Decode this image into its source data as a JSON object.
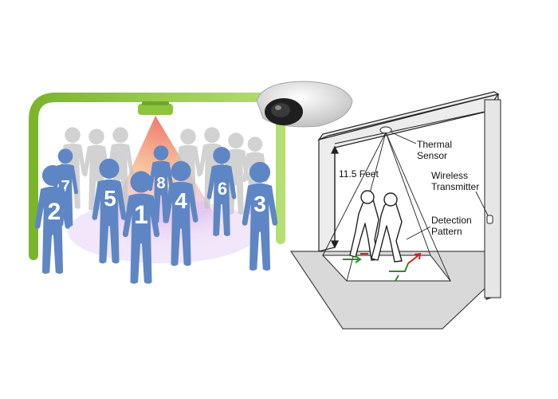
{
  "people_counter": {
    "person_numbers": [
      "2",
      "5",
      "1",
      "4",
      "6",
      "3",
      "7",
      "8"
    ],
    "colors": {
      "person_fill": "#5f86c4",
      "gate_green": "#8cc43c",
      "ghost_gray": "#b8b8b8"
    }
  },
  "thermal_diagram": {
    "height_label": "11.5 Feet",
    "sensor_label_line1": "Thermal",
    "sensor_label_line2": "Sensor",
    "transmitter_label_line1": "Wireless",
    "transmitter_label_line2": "Transmitter",
    "pattern_label_line1": "Detection",
    "pattern_label_line2": "Pattern",
    "colors": {
      "frame": "#e9e9e9",
      "floor": "#d9d9d9",
      "line": "#222222",
      "arrow_red": "#d42020",
      "arrow_green": "#2e8b2e"
    }
  }
}
